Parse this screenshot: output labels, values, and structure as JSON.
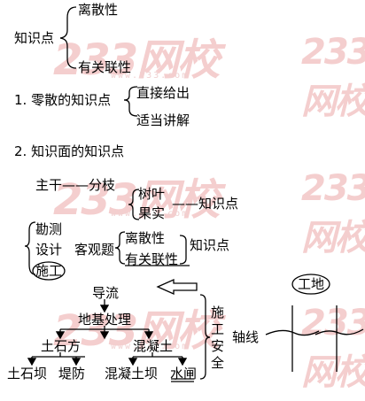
{
  "watermark": {
    "text": "233网校",
    "domain": "www.233.com",
    "color": "#f3c9c9"
  },
  "section0": {
    "label": "知识点",
    "branch_top": "离散性",
    "branch_bottom": "有关联性"
  },
  "section1": {
    "heading": "1. 零散的知识点",
    "branch_top": "直接给出",
    "branch_bottom": "适当讲解"
  },
  "section2": {
    "heading": "2. 知识面的知识点",
    "trunk": "主干——分枝",
    "leaf_top": "树叶",
    "leaf_bottom": "果实",
    "dash_label": "——知识点",
    "items": [
      "勘测",
      "设计",
      "施工"
    ],
    "objective": "客观题",
    "prop_top": "离散性",
    "prop_bottom": "有关联性",
    "knowledge": "知识点"
  },
  "flow": {
    "diversion": "导流",
    "foundation": "地基处理",
    "earthwork": "土石方",
    "concrete": "混凝土",
    "earth_dam": "土石坝",
    "levee": "堤防",
    "concrete_dam": "混凝土坝",
    "sluice": "水闸",
    "safety": [
      "施",
      "工",
      "安",
      "全"
    ],
    "axis": "轴线",
    "site": "工地"
  }
}
